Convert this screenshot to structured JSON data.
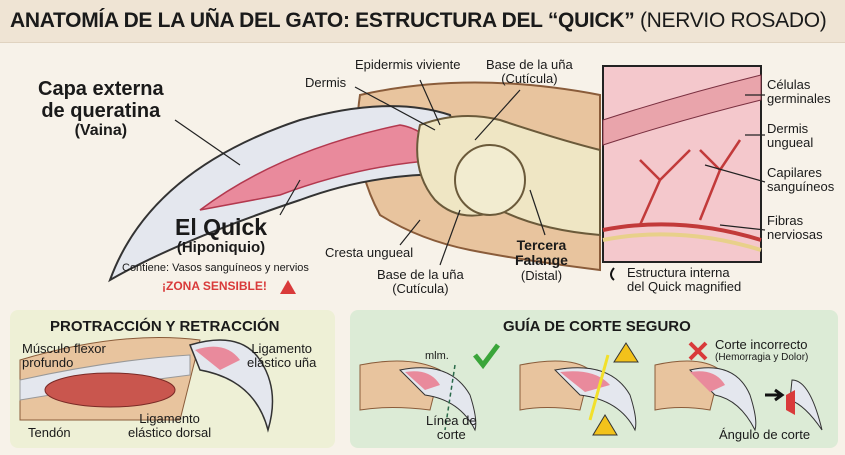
{
  "title": {
    "main": "ANATOMÍA DE LA UÑA DEL GATO: ESTRUCTURA DEL “QUICK”",
    "sub": "(NERVIO ROSADO)"
  },
  "main_diagram": {
    "outer_layer": {
      "line1": "Capa externa",
      "line2": "de queratina",
      "line3": "(Vaina)"
    },
    "dermis": "Dermis",
    "living_epidermis": "Epidermis viviente",
    "nail_base_top": {
      "line1": "Base de la uña",
      "line2": "(Cutícula)"
    },
    "quick": {
      "title": "El Quick",
      "sub": "(Hiponiquio)",
      "contains": "Contiene: Vasos sanguíneos y nervios",
      "warning": "¡ZONA SENSIBLE!"
    },
    "ungual_crest": "Cresta ungueal",
    "nail_base_bottom": {
      "line1": "Base de la uña",
      "line2": "(Cutícula)"
    },
    "third_phalanx": {
      "line1": "Tercera",
      "line2": "Falange",
      "line3": "(Distal)"
    }
  },
  "magnified": {
    "labels": [
      {
        "line1": "Células",
        "line2": "germinales"
      },
      {
        "line1": "Dermis",
        "line2": "ungueal"
      },
      {
        "line1": "Capilares",
        "line2": "sanguíneos"
      },
      {
        "line1": "Fibras",
        "line2": "nerviosas"
      }
    ],
    "caption": {
      "line1": "Estructura interna",
      "line2": "del Quick magnified"
    }
  },
  "protraction_panel": {
    "title": "PROTRACCIÓN Y RETRACCIÓN",
    "flexor": {
      "line1": "Músculo flexor",
      "line2": "profundo"
    },
    "claw_ligament": {
      "line1": "Ligamento",
      "line2": "elástico uña"
    },
    "dorsal_ligament": {
      "line1": "Ligamento",
      "line2": "elástico dorsal"
    },
    "tendon": "Tendón"
  },
  "cutting_panel": {
    "title": "GUÍA DE CORTE SEGURO",
    "mm_label": "mlm.",
    "cut_line": {
      "line1": "Línea de",
      "line2": "corte"
    },
    "incorrect": {
      "line1": "Corte incorrecto",
      "line2": "(Hemorragia y Dolor)"
    },
    "cut_angle": "Ángulo de corte"
  },
  "colors": {
    "quick_pink": "#e98a9c",
    "nail": "#e6e8ee",
    "skin": "#e8c49e",
    "bone": "#efe6c4",
    "warning": "#f2c21b",
    "ok_green": "#3aa53a",
    "error_red": "#d93a3a",
    "left_panel": "#eef0d6",
    "right_panel": "#dcebd6"
  }
}
